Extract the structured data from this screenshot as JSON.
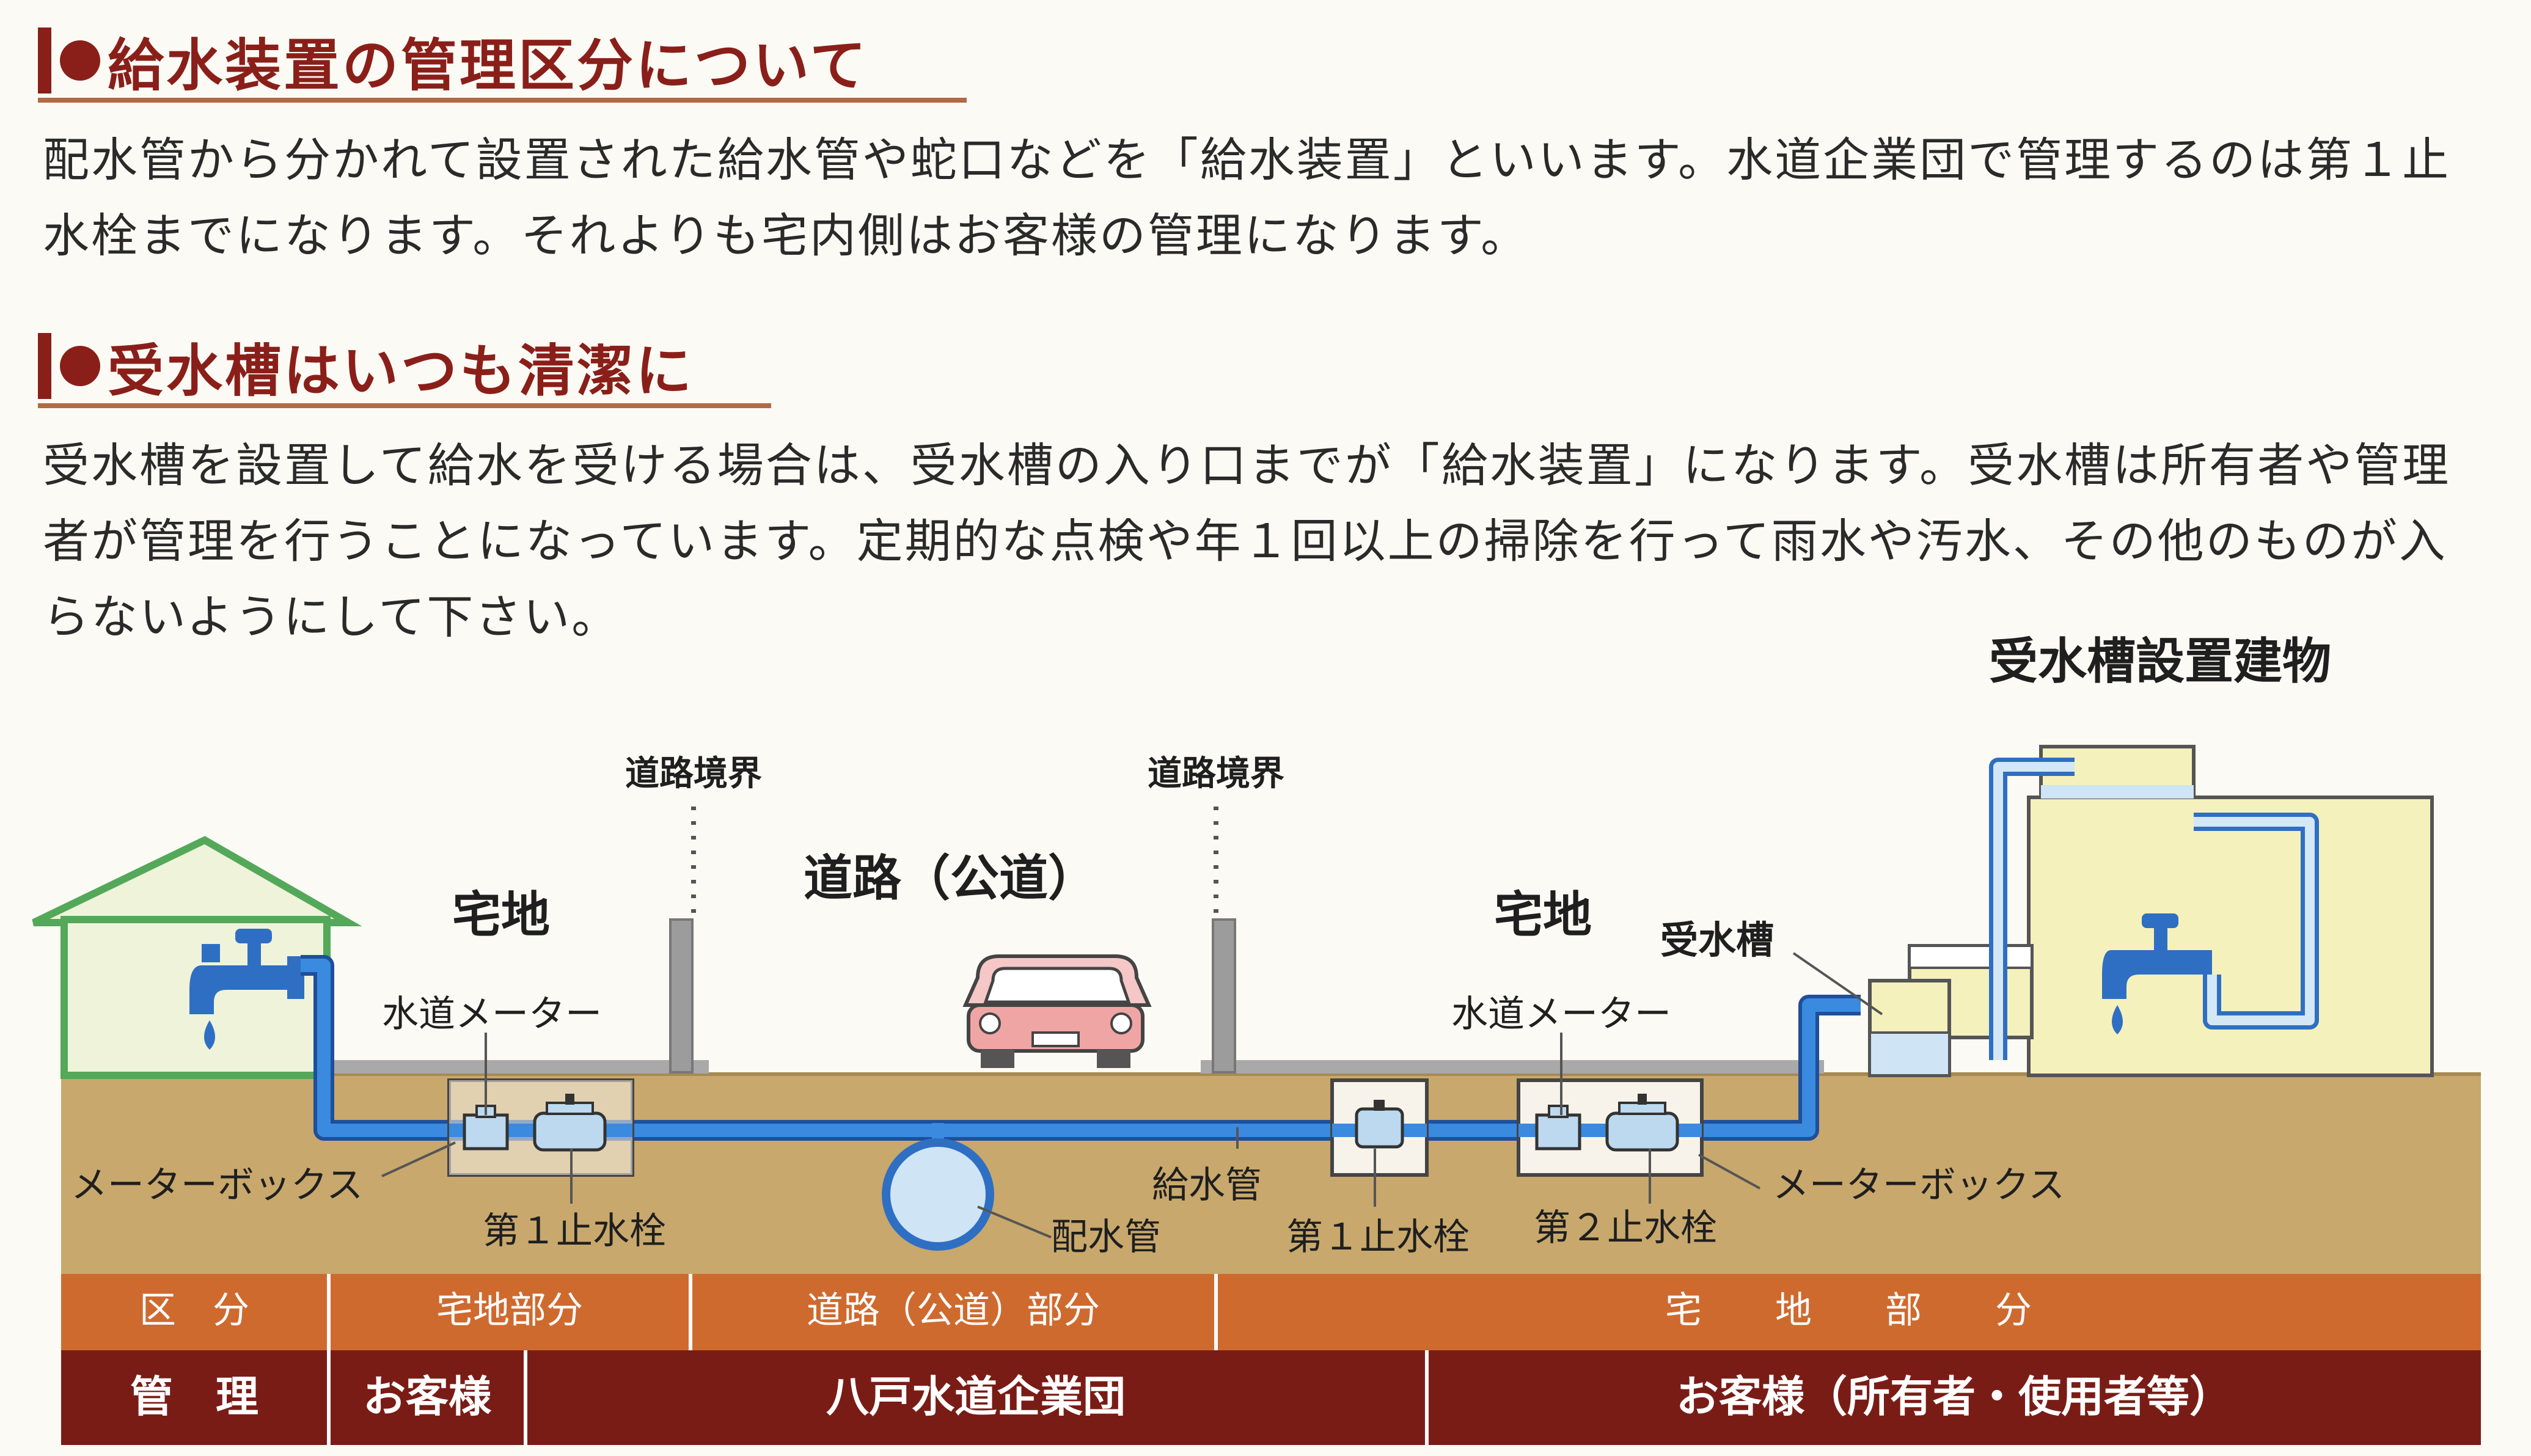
{
  "sections": [
    {
      "heading": "給水装置の管理区分について",
      "body": "配水管から分かれて設置された給水管や蛇口などを「給水装置」といいます。水道企業団で管理するのは第１止水栓までになります。それよりも宅内側はお客様の管理になります。"
    },
    {
      "heading": "受水槽はいつも清潔に",
      "body": "受水槽を設置して給水を受ける場合は、受水槽の入り口までが「給水装置」になります。受水槽は所有者や管理者が管理を行うことになっています。定期的な点検や年１回以上の掃除を行って雨水や汚水、その他のものが入らないようにして下さい。"
    }
  ],
  "diagram": {
    "building_title": "受水槽設置建物",
    "road_boundary_left": "道路境界",
    "road_boundary_right": "道路境界",
    "lot_left": "宅地",
    "road": "道路（公道）",
    "lot_right": "宅地",
    "tank": "受水槽",
    "meter_left": "水道メーター",
    "meter_right": "水道メーター",
    "meter_box_left": "メーターボックス",
    "meter_box_right": "メーターボックス",
    "stopcock1_left": "第１止水栓",
    "supply_pipe": "給水管",
    "main_pipe": "配水管",
    "stopcock1_right": "第１止水栓",
    "stopcock2": "第２止水栓"
  },
  "table": {
    "row1": {
      "label": "区　分",
      "c1": "宅地部分",
      "c2": "道路（公道）部分",
      "c3": "宅　　地　　部　　分"
    },
    "row2": {
      "label": "管　理",
      "c1": "お客様",
      "c2": "八戸水道企業団",
      "c3": "お客様（所有者・使用者等）"
    }
  },
  "colors": {
    "heading": "#8a1f1a",
    "pipe": "#2f6fc3",
    "ground": "#c8a86c",
    "house_fill": "#eef3da",
    "house_stroke": "#54a85a",
    "building_fill": "#f4f1bc",
    "row1_fill": "#cf6a2f",
    "row2_fill": "#7a1c16"
  },
  "icons": [
    "faucet-icon",
    "water-drop-icon",
    "car-icon",
    "meter-icon",
    "stopcock-icon"
  ]
}
